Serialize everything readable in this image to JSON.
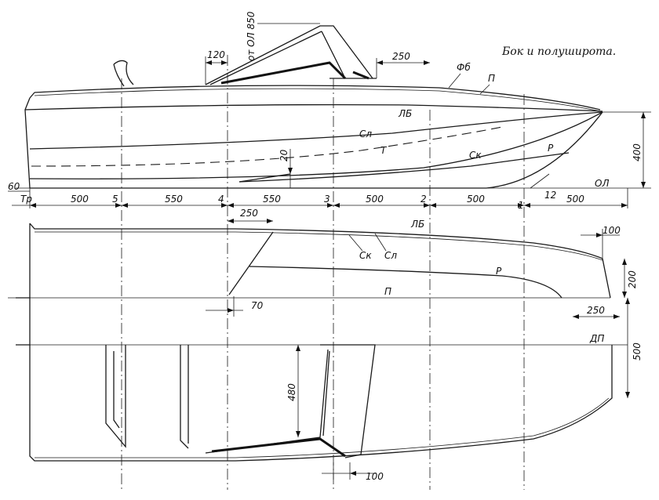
{
  "title": "Бок и полуширота.",
  "colors": {
    "ink": "#1a1a1a",
    "paper": "#ffffff"
  },
  "side_view": {
    "line_labels": {
      "pb": "Фб",
      "p": "П",
      "lb": "ЛБ",
      "sl": "Сл",
      "t": "Т",
      "sk": "Ск",
      "r": "Р",
      "ol": "ОЛ"
    },
    "stations": {
      "tr": "Тр",
      "s5": "5",
      "s4": "4",
      "s3": "3",
      "s2": "2",
      "s1": "1"
    },
    "dimensions": {
      "d120": "120",
      "d_ol850": "от ОЛ 850",
      "d250_top": "250",
      "d20": "20",
      "d400": "400",
      "d60": "60",
      "d12": "12",
      "spacing": [
        "500",
        "550",
        "550",
        "500",
        "500",
        "500"
      ]
    }
  },
  "plan_view": {
    "line_labels": {
      "lb": "ЛБ",
      "sk": "Ск",
      "sl": "Сл",
      "r": "Р",
      "p": "П",
      "dp": "ДП"
    },
    "dimensions": {
      "d250_left": "250",
      "d100_top": "100",
      "d200": "200",
      "d70": "70",
      "d250_right": "250",
      "d500": "500",
      "d480": "480",
      "d100_bottom": "100"
    }
  }
}
